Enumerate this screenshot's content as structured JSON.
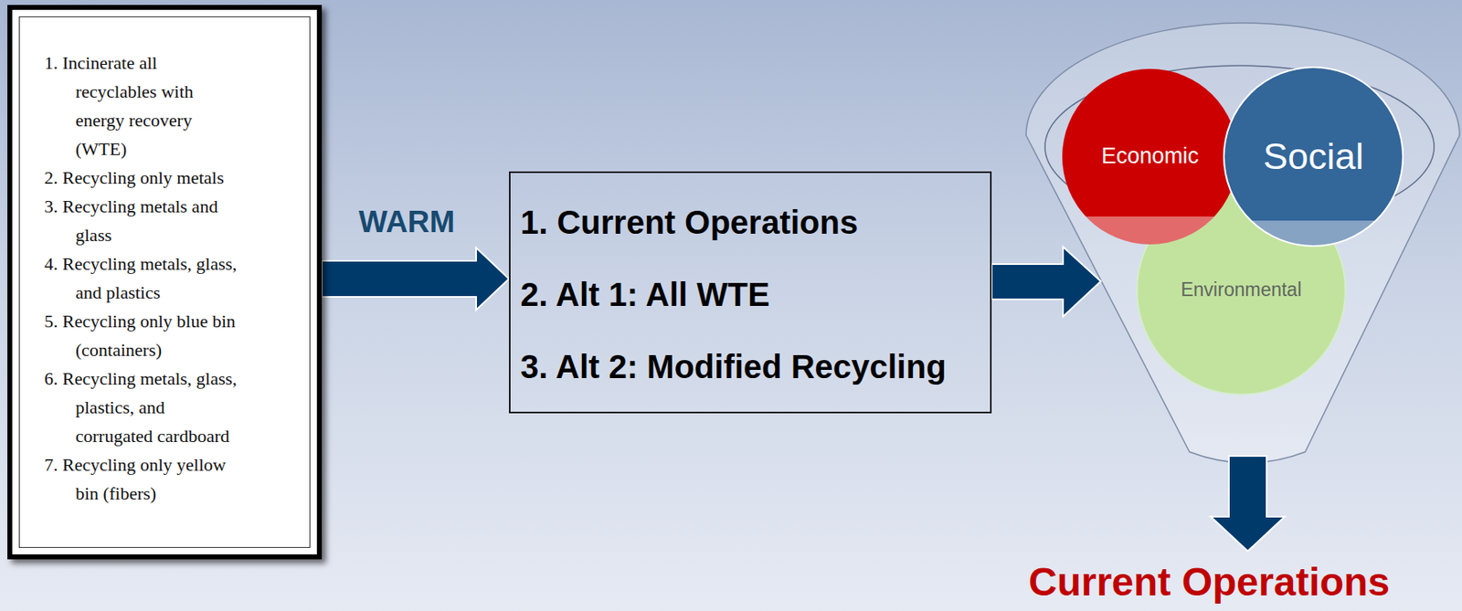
{
  "diagram": {
    "nodes": [
      {
        "text": [
          "1. Incinerate all recyclables with energy recovery (WTE)",
          "2. Recycling only metals",
          "3. Recycling metals and glass",
          "4. Recycling metals, glass, and plastics",
          "5. Recycling only blue bin (containers)",
          "6. Recycling metals, glass, plastics, and corrugated cardboard",
          "7. Recycling only yellow bin (fibers)"
        ]
      },
      {
        "text": [
          "1. Current Operations",
          "2. Alt 1: All WTE",
          "3. Alt 2: Modified Recycling"
        ]
      },
      {
        "text": [
          "Economic"
        ]
      },
      {
        "text": [
          "Social"
        ]
      },
      {
        "text": [
          "Environmental"
        ]
      }
    ],
    "edges": [
      {
        "from": 0,
        "to": 1,
        "label": "WARM",
        "arrow": "to"
      }
    ],
    "labels": [
      "Current Operations"
    ]
  }
}
